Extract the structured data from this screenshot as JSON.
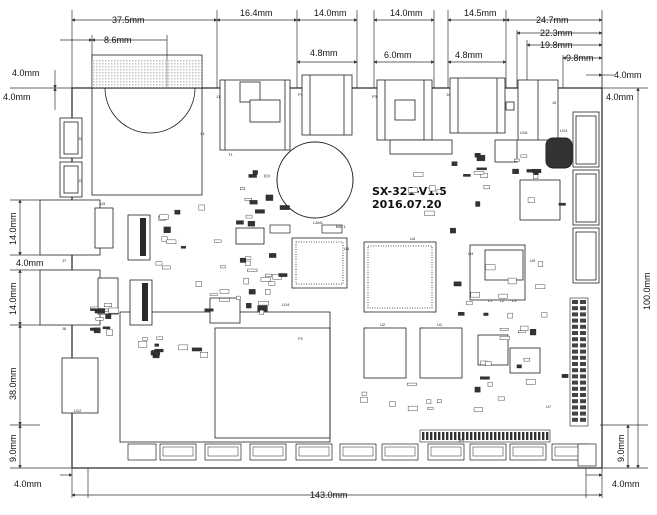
{
  "board": {
    "title": "SX-321-V1.5",
    "date": "2016.07.20"
  },
  "dimensions": {
    "top_37_5": "37.5mm",
    "top_8_6": "8.6mm",
    "top_16_4": "16.4mm",
    "top_14_0_a": "14.0mm",
    "top_14_0_b": "14.0mm",
    "top_14_5": "14.5mm",
    "top_24_7": "24.7mm",
    "top_22_3": "22.3mm",
    "top_19_8": "19.8mm",
    "top_9_8": "9.8mm",
    "inner_4_8_a": "4.8mm",
    "inner_6_0": "6.0mm",
    "inner_4_8_b": "4.8mm",
    "left_4_0_top": "4.0mm",
    "left_4_0_top2": "4.0mm",
    "right_4_0_top": "4.0mm",
    "right_4_0_top2": "4.0mm",
    "left_14_0_a": "14.0mm",
    "left_4_0_mid": "4.0mm",
    "left_14_0_b": "14.0mm",
    "left_38_0": "38.0mm",
    "left_9_0": "9.0mm",
    "right_100": "100.0mm",
    "right_9_0": "9.0mm",
    "bottom_4_0_left": "4.0mm",
    "bottom_4_0_right": "4.0mm",
    "bottom_143": "143.0mm"
  },
  "silkscreen": {
    "j1": "J1",
    "p1": "P1",
    "p3": "P3",
    "j4": "J4",
    "j5": "J5",
    "j2": "J2",
    "j3": "J3",
    "u3": "U3",
    "u13": "U13",
    "u16": "U16",
    "lan1": "LAN1",
    "bat1": "BAT1",
    "p2": "P2",
    "u2": "U2",
    "u1": "U1",
    "u4": "U4",
    "u5": "U5",
    "u9": "U9",
    "q4": "Q4",
    "jp1": "JP1",
    "j6": "J6",
    "j7": "J7",
    "u12": "U12",
    "u14": "U14",
    "u7": "U7",
    "y1": "Y1",
    "l1": "L1",
    "l2": "L2",
    "l3": "L3",
    "t1": "T1"
  },
  "colors": {
    "line": "#1a1a1a",
    "dim_line": "#333333",
    "chip": "#2a2a2a",
    "background": "#ffffff"
  }
}
